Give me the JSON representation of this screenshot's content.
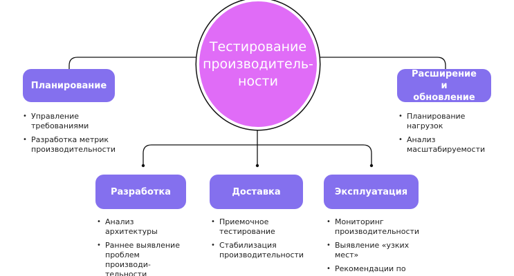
{
  "center": {
    "title": "Тестирование производитель- ности",
    "lines": [
      "Тестирование",
      "производитель-",
      "ности"
    ]
  },
  "colors": {
    "box": "#8470ee",
    "center": "#e06cf7",
    "line": "#111111"
  },
  "nodes": [
    {
      "label": "Планирование",
      "items": [
        "Управление требованиями",
        "Разработка метрик производительности"
      ]
    },
    {
      "label": "Расширение и обновление",
      "items": [
        "Планирование нагрузок",
        "Анализ масштабируемости"
      ]
    },
    {
      "label": "Разработка",
      "items": [
        "Анализ архитектуры",
        "Раннее выявление проблем производи-тельности"
      ]
    },
    {
      "label": "Доставка",
      "items": [
        "Приемочное тестирование",
        "Стабилизация производительности"
      ]
    },
    {
      "label": "Эксплуатация",
      "items": [
        "Мониторинг производительности",
        "Выявление «узких мест»",
        "Рекомендации по улучшению"
      ]
    }
  ]
}
